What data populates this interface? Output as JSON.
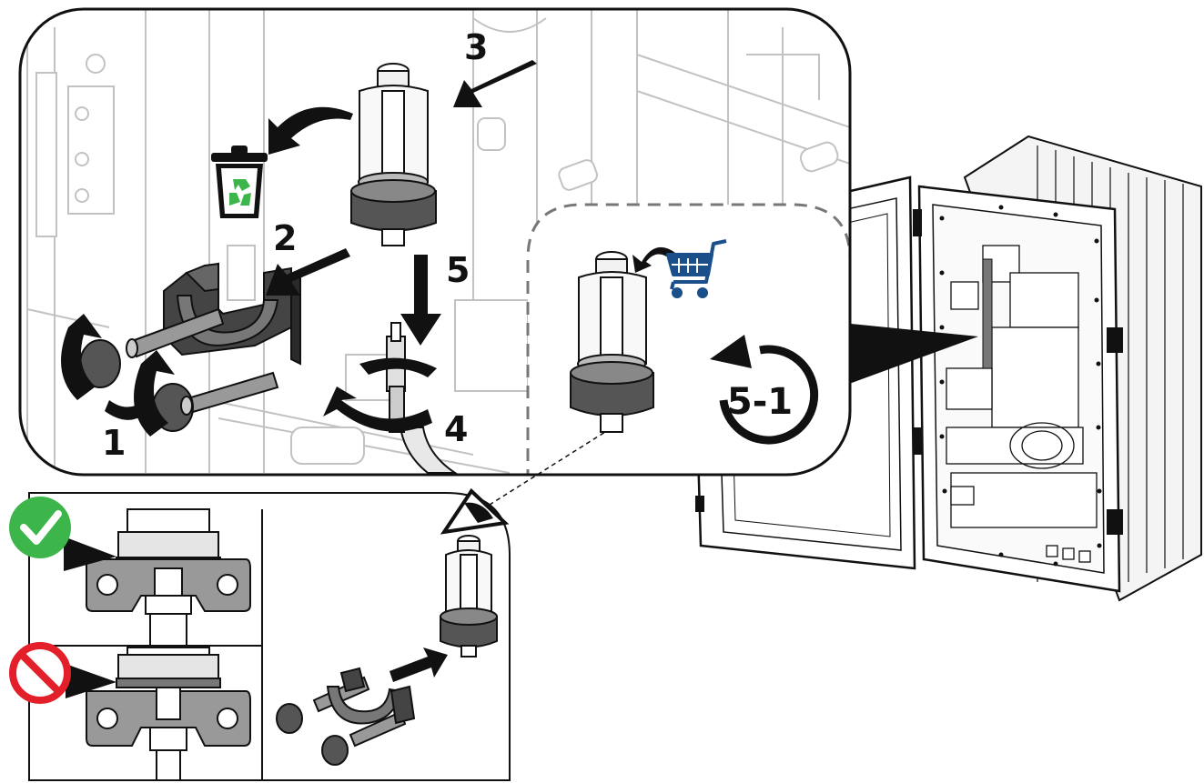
{
  "steps": {
    "step1": "1",
    "step2": "2",
    "step3": "3",
    "step4": "4",
    "step5": "5"
  },
  "reverse_badge": "5-1",
  "icons": {
    "discard": "recycle-bin-icon",
    "order_part": "shopping-cart-icon",
    "correct": "checkmark-icon",
    "incorrect": "prohibited-icon",
    "inspect": "eye-icon",
    "reverse": "counterclockwise-arrow-icon"
  },
  "colors": {
    "correct": "#3cb54a",
    "incorrect": "#e3202a",
    "cart": "#1b4f8a",
    "recycle": "#3cb54a",
    "outline": "#111111",
    "part_dark": "#555555",
    "part_grey": "#8a8a8a"
  }
}
